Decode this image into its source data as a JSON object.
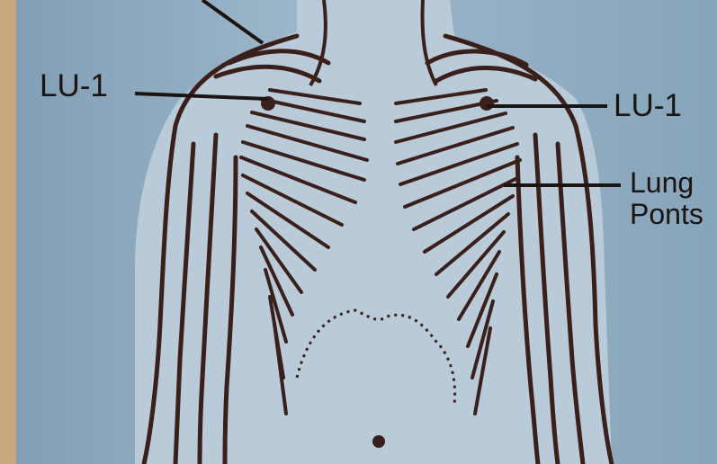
{
  "labels": {
    "lu1_left": "LU-1",
    "lu1_right": "LU-1",
    "lung_points_line1": "Lung",
    "lung_points_line2": "Ponts"
  },
  "colors": {
    "paper_blue": "#8aa8bf",
    "paper_light": "#b5c8d6",
    "ink": "#3a1f1a",
    "text": "#1a1412",
    "left_edge_tan": "#c9a77c"
  }
}
